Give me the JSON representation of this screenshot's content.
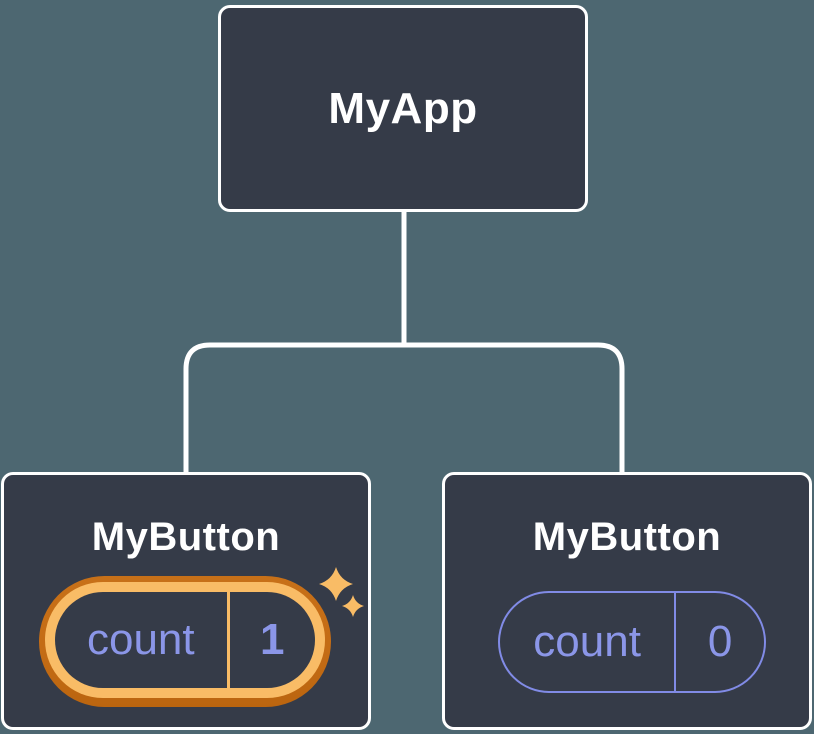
{
  "colors": {
    "background": "#4D6771",
    "node_fill": "#353B48",
    "node_border": "#FFFFFF",
    "connector": "#FFFFFF",
    "label_text": "#FFFFFF",
    "state_text": "#8B96E8",
    "state_pill_border": "#818BE6",
    "highlight_ring_outer": "#C46C15",
    "highlight_ring_inner": "#F9BC66"
  },
  "root_node": {
    "label": "MyApp"
  },
  "child_nodes": [
    {
      "label": "MyButton",
      "state_key": "count",
      "state_value": "1",
      "highlighted": true
    },
    {
      "label": "MyButton",
      "state_key": "count",
      "state_value": "0",
      "highlighted": false
    }
  ],
  "icons": {
    "sparkles": "four-point-sparkle-pair"
  }
}
